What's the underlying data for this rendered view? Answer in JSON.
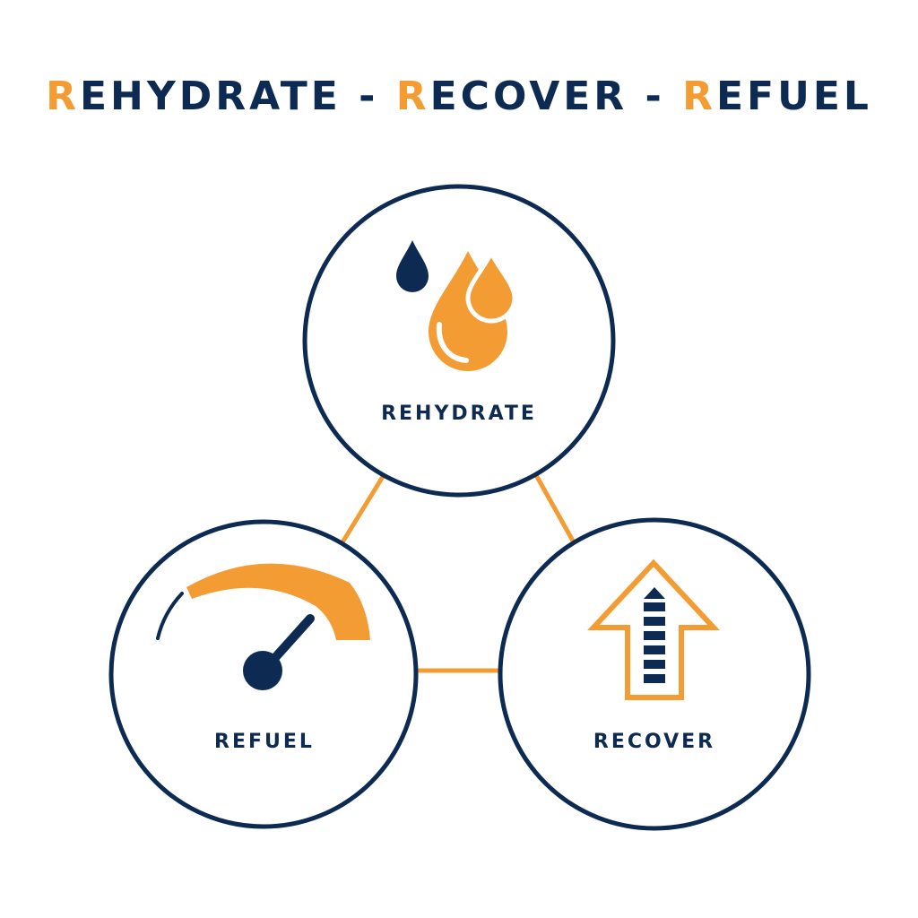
{
  "title": {
    "part1_initial": "R",
    "part1_rest": "EHYDRATE",
    "sep1": " - ",
    "part2_initial": "R",
    "part2_rest": "ECOVER",
    "sep2": " - ",
    "part3_initial": "R",
    "part3_rest": "EFUEL"
  },
  "nodes": {
    "rehydrate": {
      "label": "REHYDRATE",
      "icon": "water-drops-icon"
    },
    "refuel": {
      "label": "REFUEL",
      "icon": "gauge-icon"
    },
    "recover": {
      "label": "RECOVER",
      "icon": "battery-arrow-up-icon"
    }
  },
  "colors": {
    "navy": "#0d2a52",
    "orange": "#f39c33",
    "background": "#ffffff"
  }
}
